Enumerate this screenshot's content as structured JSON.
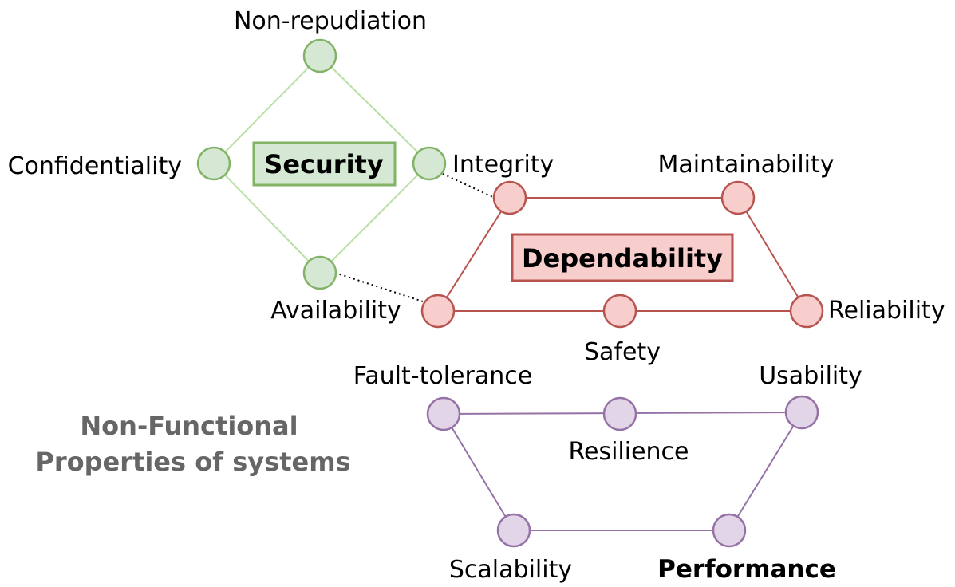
{
  "colors": {
    "security_fill": "#d5e8d4",
    "security_stroke": "#82b366",
    "security_edge": "#b9e0a5",
    "dependability_fill": "#f8cecc",
    "dependability_stroke": "#b85450",
    "performance_fill": "#e1d5e7",
    "performance_stroke": "#9673a6",
    "title": "#666666"
  },
  "title": {
    "line1": "Non-Functional",
    "line2": "Properties of systems"
  },
  "security": {
    "label": "Security",
    "nodes": {
      "top": "Non-repudiation",
      "left": "Confidentiality",
      "right": "Integrity",
      "bottom": "Availability"
    }
  },
  "dependability": {
    "label": "Dependability",
    "nodes": {
      "top_right": "Maintainability",
      "bottom_middle": "Safety",
      "bottom_right": "Reliability"
    }
  },
  "performance": {
    "label": "Performance",
    "nodes": {
      "top_left": "Fault-tolerance",
      "top_middle": "Resilience",
      "top_right": "Usability",
      "bottom_left": "Scalability"
    }
  }
}
